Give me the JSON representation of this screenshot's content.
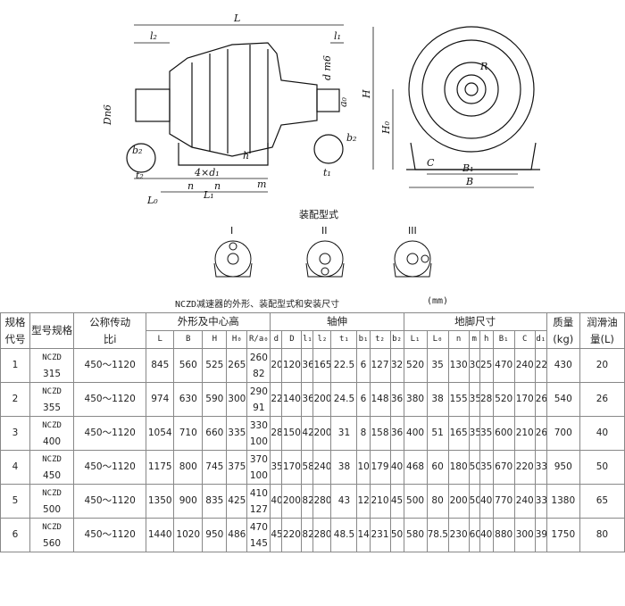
{
  "drawing": {
    "labels": {
      "L": "L",
      "l2": "l₂",
      "l1": "l₁",
      "dm6": "d m6",
      "Dn6": "Dn6",
      "a0": "a₀",
      "H": "H",
      "H0": "H₀",
      "R": "R",
      "b2_left": "b₂",
      "t2": "t₂",
      "d1": "4×d₁",
      "h": "h",
      "n1": "n",
      "n2": "n",
      "m": "m",
      "L0": "L₀",
      "L1": "L₁",
      "C": "C",
      "B1": "B₁",
      "B": "B",
      "b2_right": "b₂",
      "t1": "t₁"
    },
    "assembly_title": "装配型式",
    "assembly_types": [
      "I",
      "II",
      "III"
    ]
  },
  "caption": {
    "title": "NCZD减速器的外形、装配型式和安装尺寸",
    "unit": "(mm)"
  },
  "table": {
    "group_headers": {
      "spec_code": "规格代号",
      "model": "型号规格",
      "ratio": "公称传动比i",
      "outline": "外形及中心高",
      "shaft": "轴伸",
      "foot": "地脚尺寸",
      "mass": "质量(kg)",
      "oil": "润滑油量(L)"
    },
    "sub_headers": [
      "L",
      "B",
      "H",
      "H₀",
      "R/a₀",
      "d",
      "D",
      "l₁",
      "l₂",
      "t₁",
      "b₁",
      "t₂",
      "b₂",
      "L₁",
      "L₀",
      "n",
      "m",
      "h",
      "B₁",
      "C",
      "d₁"
    ],
    "rows": [
      {
        "code": "1",
        "model": [
          "NCZD",
          "315"
        ],
        "ratio": "450～1120",
        "vals": [
          "845",
          "560",
          "525",
          "265"
        ],
        "ra": [
          "260",
          "82"
        ],
        "vals2": [
          "20",
          "120",
          "36",
          "165",
          "22.5",
          "6",
          "127",
          "32",
          "520",
          "35",
          "130",
          "30",
          "25",
          "470",
          "240",
          "22"
        ],
        "mass": "430",
        "oil": "20"
      },
      {
        "code": "2",
        "model": [
          "NCZD",
          "355"
        ],
        "ratio": "450～1120",
        "vals": [
          "974",
          "630",
          "590",
          "300"
        ],
        "ra": [
          "290",
          "91"
        ],
        "vals2": [
          "22",
          "140",
          "36",
          "200",
          "24.5",
          "6",
          "148",
          "36",
          "380",
          "38",
          "155",
          "35",
          "28",
          "520",
          "170",
          "26"
        ],
        "mass": "540",
        "oil": "26"
      },
      {
        "code": "3",
        "model": [
          "NCZD",
          "400"
        ],
        "ratio": "450～1120",
        "vals": [
          "1054",
          "710",
          "660",
          "335"
        ],
        "ra": [
          "330",
          "100"
        ],
        "vals2": [
          "28",
          "150",
          "42",
          "200",
          "31",
          "8",
          "158",
          "36",
          "400",
          "51",
          "165",
          "35",
          "35",
          "600",
          "210",
          "26"
        ],
        "mass": "700",
        "oil": "40"
      },
      {
        "code": "4",
        "model": [
          "NCZD",
          "450"
        ],
        "ratio": "450～1120",
        "vals": [
          "1175",
          "800",
          "745",
          "375"
        ],
        "ra": [
          "370",
          "100"
        ],
        "vals2": [
          "35",
          "170",
          "58",
          "240",
          "38",
          "10",
          "179",
          "40",
          "468",
          "60",
          "180",
          "50",
          "35",
          "670",
          "220",
          "33"
        ],
        "mass": "950",
        "oil": "50"
      },
      {
        "code": "5",
        "model": [
          "NCZD",
          "500"
        ],
        "ratio": "450～1120",
        "vals": [
          "1350",
          "900",
          "835",
          "425"
        ],
        "ra": [
          "410",
          "127"
        ],
        "vals2": [
          "40",
          "200",
          "82",
          "280",
          "43",
          "12",
          "210",
          "45",
          "500",
          "80",
          "200",
          "50",
          "40",
          "770",
          "240",
          "33"
        ],
        "mass": "1380",
        "oil": "65"
      },
      {
        "code": "6",
        "model": [
          "NCZD",
          "560"
        ],
        "ratio": "450～1120",
        "vals": [
          "1440",
          "1020",
          "950",
          "486"
        ],
        "ra": [
          "470",
          "145"
        ],
        "vals2": [
          "45",
          "220",
          "82",
          "280",
          "48.5",
          "14",
          "231",
          "50",
          "580",
          "78.5",
          "230",
          "60",
          "40",
          "880",
          "300",
          "39"
        ],
        "mass": "1750",
        "oil": "80"
      }
    ]
  }
}
